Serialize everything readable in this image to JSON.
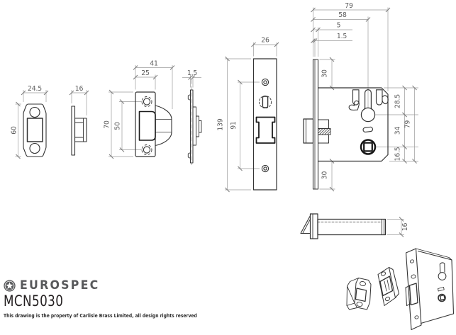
{
  "branding": {
    "brand": "EUROSPEC",
    "model": "MCN5030",
    "copyright": "This drawing is the property of Carlisle Brass Limited, all design rights reserved",
    "logo_color": "#58595b",
    "title_color": "#231f20"
  },
  "colors": {
    "object_line": "#333333",
    "dimension_line": "#9a9a9a",
    "dimension_text": "#5c5c5c",
    "background": "#ffffff"
  },
  "views": {
    "dustbox_front": {
      "width": "24.5",
      "height": "60"
    },
    "dustbox_side": {
      "depth": "16"
    },
    "strike_front": {
      "overall_width": "41",
      "plate_width": "25",
      "height": "70",
      "screw_spacing": "50"
    },
    "strike_side": {
      "thickness": "1.5"
    },
    "faceplate_front": {
      "width": "26",
      "height": "139",
      "screw_spacing": "91"
    },
    "lock_side": {
      "depth": "79",
      "backset": "58",
      "front_offset": "5",
      "plate_thickness": "1.5",
      "top_margin": "30",
      "bottom_margin": "30",
      "top_to_keyhole": "28.5",
      "keyhole_to_spindle": "34",
      "spindle_to_bottom": "16.5",
      "case_height": "79"
    },
    "lock_top": {
      "case_thickness": "16"
    }
  }
}
